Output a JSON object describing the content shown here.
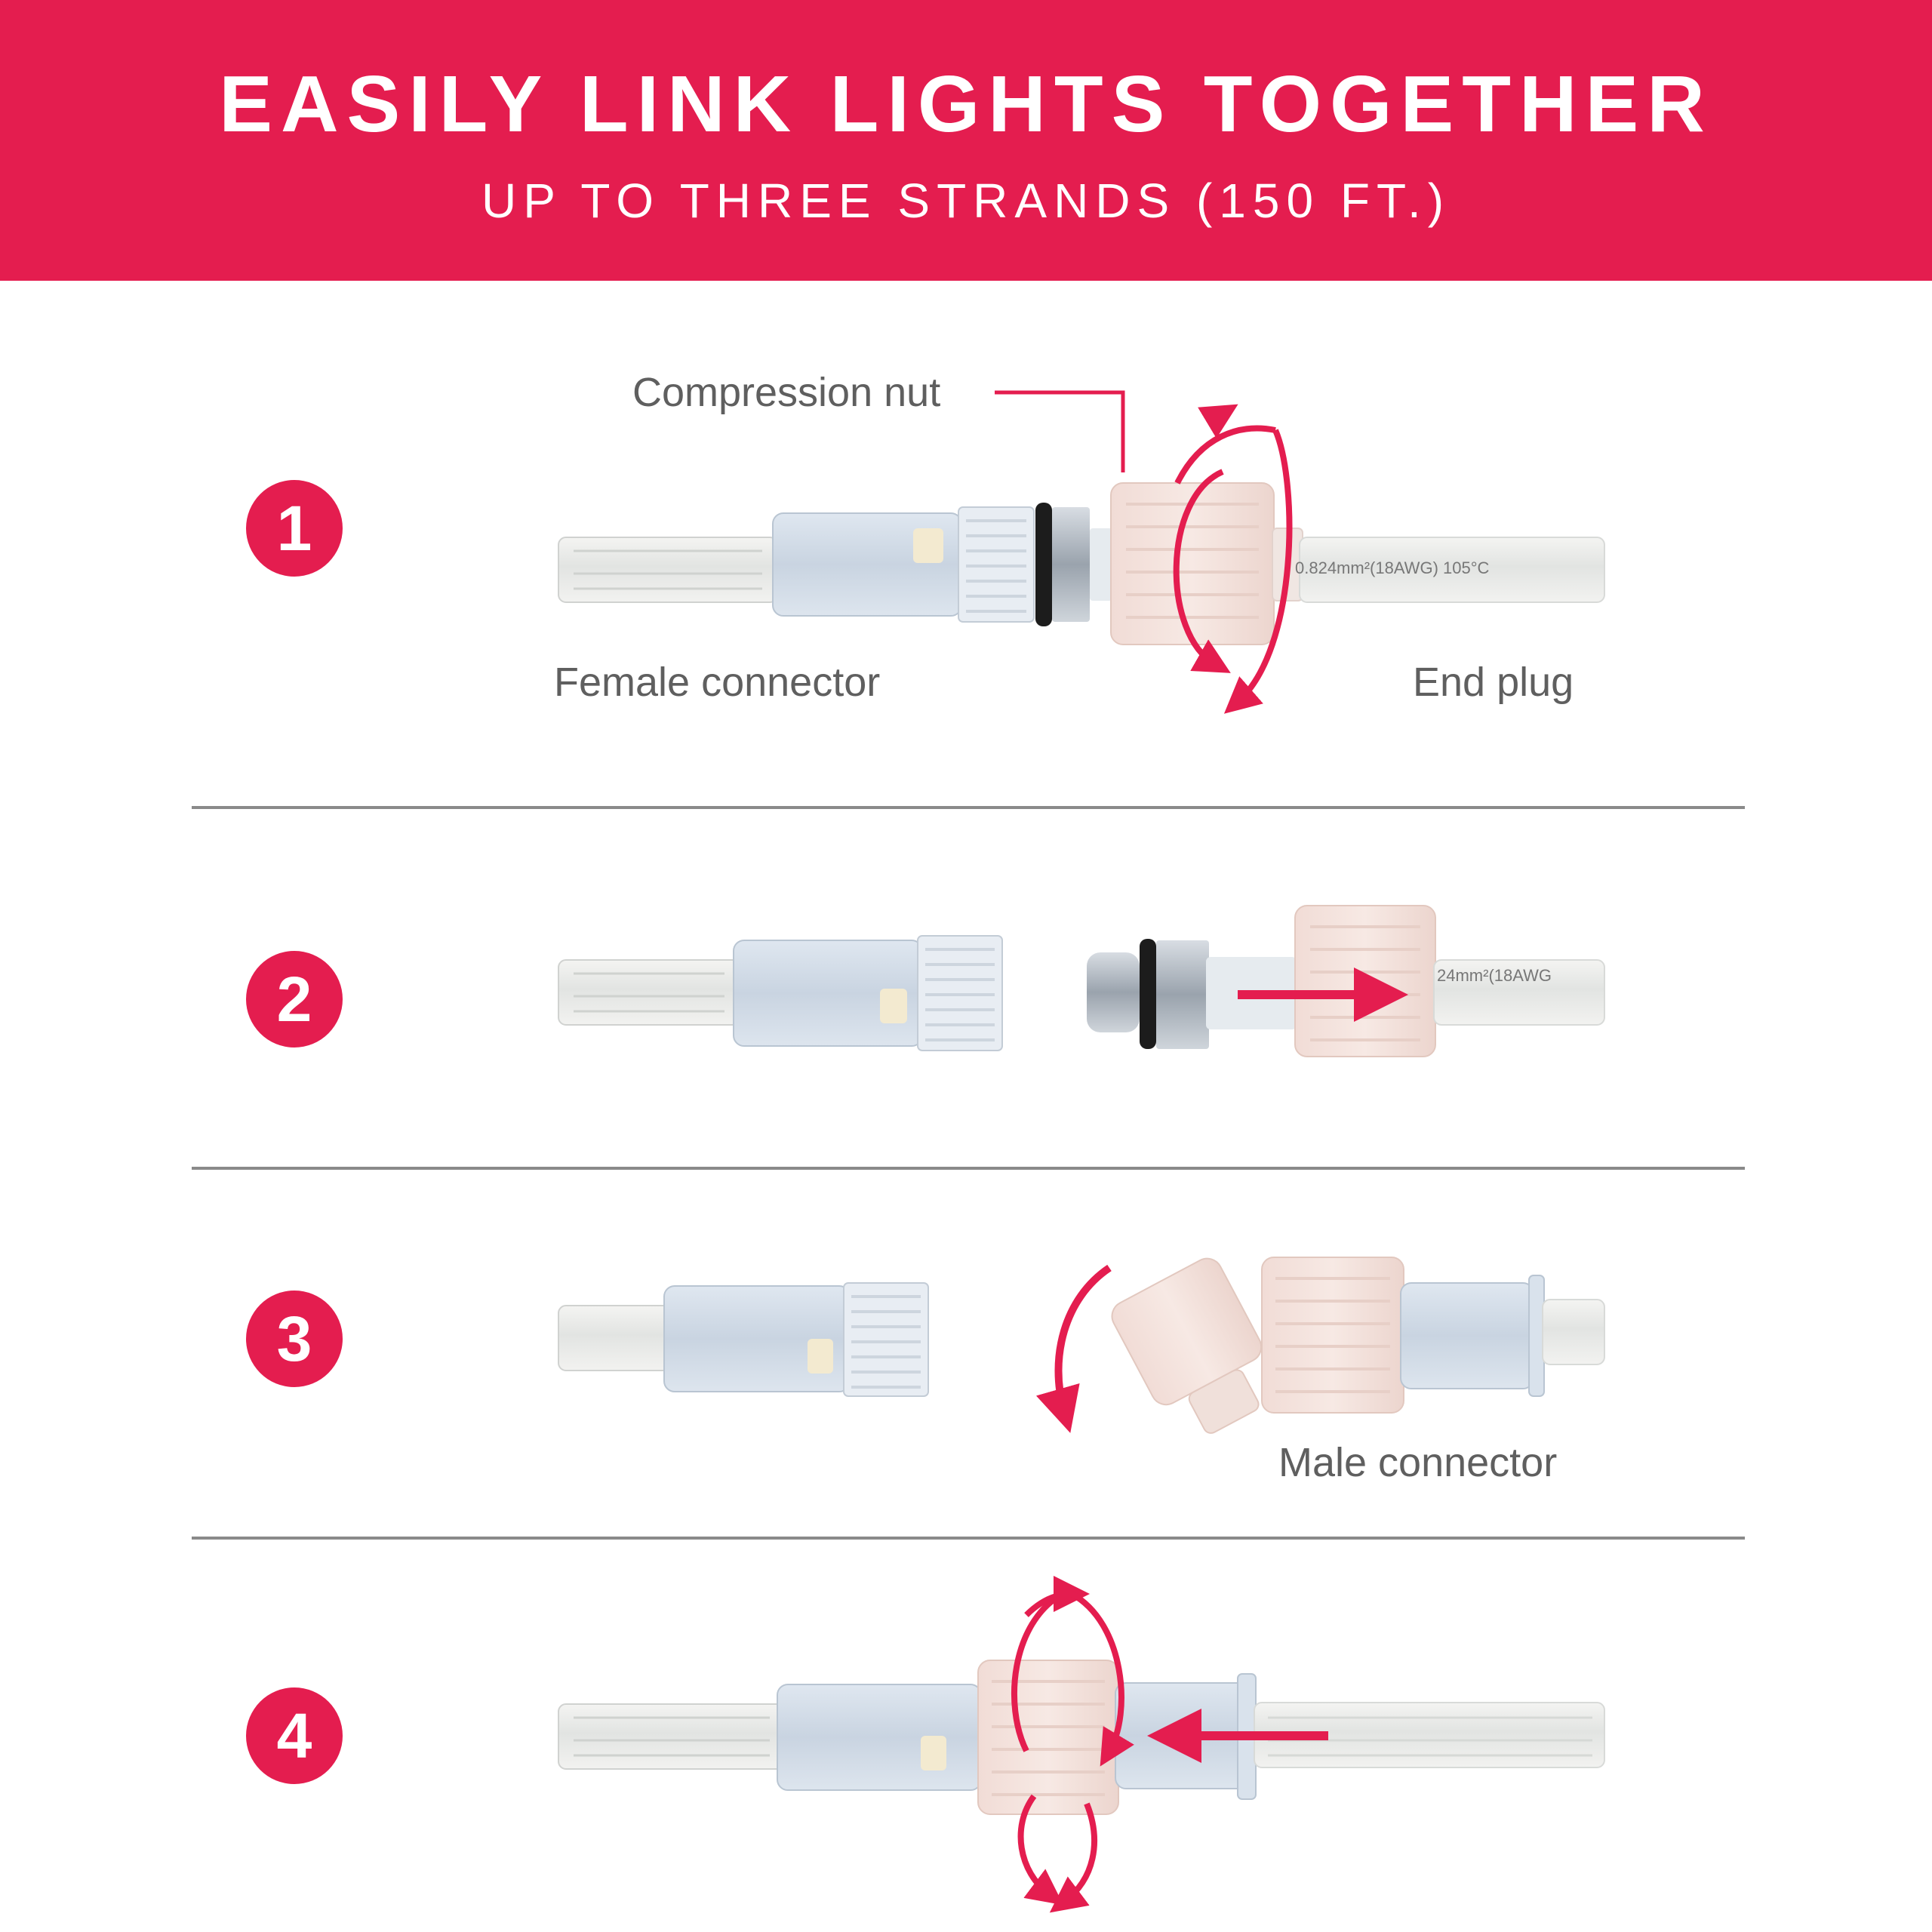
{
  "header": {
    "title": "EASILY LINK LIGHTS TOGETHER",
    "subtitle": "UP TO THREE STRANDS (150 FT.)"
  },
  "steps": [
    {
      "number": "1"
    },
    {
      "number": "2"
    },
    {
      "number": "3"
    },
    {
      "number": "4"
    }
  ],
  "labels": {
    "compression_nut": "Compression nut",
    "female_connector": "Female connector",
    "end_plug": "End plug",
    "male_connector": "Male connector",
    "wire_print_1": "0.824mm²(18AWG)   105°C",
    "wire_print_2": "24mm²(18AWG"
  },
  "colors": {
    "accent": "#e41d4f",
    "text": "#5f5f5f",
    "divider": "#8a8a8a"
  },
  "icons": [
    "rotate-arrow-icon",
    "push-arrow-icon",
    "curved-arrow-icon"
  ]
}
